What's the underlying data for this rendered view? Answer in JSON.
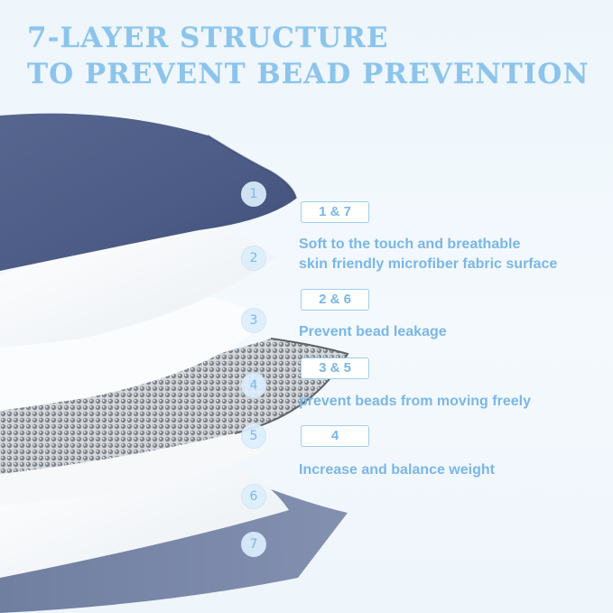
{
  "title": {
    "line1": "7-LAYER STRUCTURE",
    "line2": "TO PREVENT BEAD PREVENTION"
  },
  "layer_numbers": [
    "1",
    "2",
    "3",
    "4",
    "5",
    "6",
    "7"
  ],
  "groups": [
    {
      "badge": "1 & 7",
      "description_line1": "Soft to the touch and breathable",
      "description_line2": "skin friendly microfiber fabric surface"
    },
    {
      "badge": "2 & 6",
      "description_line1": "Prevent bead leakage"
    },
    {
      "badge": "3 & 5",
      "description_line1": "prevent beads from moving freely"
    },
    {
      "badge": "4",
      "description_line1": "Increase and balance weight"
    }
  ],
  "colors": {
    "accent": "#8cc4ec",
    "navy_fabric": "#4d5d88",
    "white_layer": "#f8fafc",
    "bead_grey": "#8f949a"
  }
}
